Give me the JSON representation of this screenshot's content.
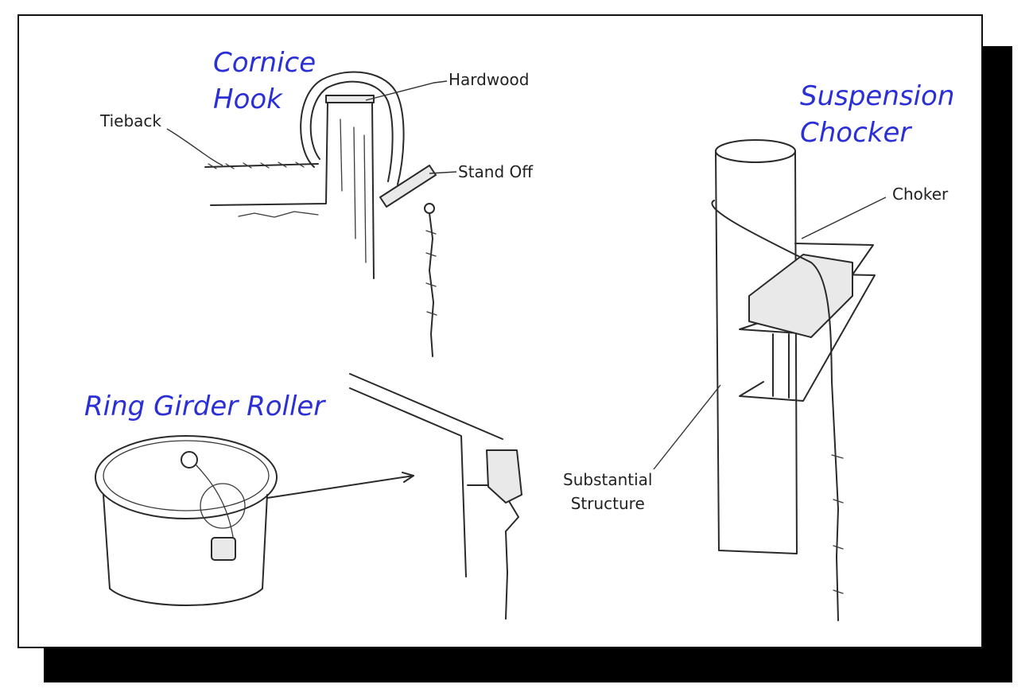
{
  "colors": {
    "title_color": "#2b2fd6",
    "ink": "#2a2a2a",
    "shadow": "#000000"
  },
  "titles": {
    "cornice_line1": "Cornice",
    "cornice_line2": "Hook",
    "suspension_line1": "Suspension",
    "suspension_line2": "Chocker",
    "ring_girder": "Ring Girder Roller"
  },
  "labels": {
    "tieback": "Tieback",
    "hardwood": "Hardwood",
    "stand_off": "Stand Off",
    "choker": "Choker",
    "substantial_line1": "Substantial",
    "substantial_line2": "Structure"
  }
}
